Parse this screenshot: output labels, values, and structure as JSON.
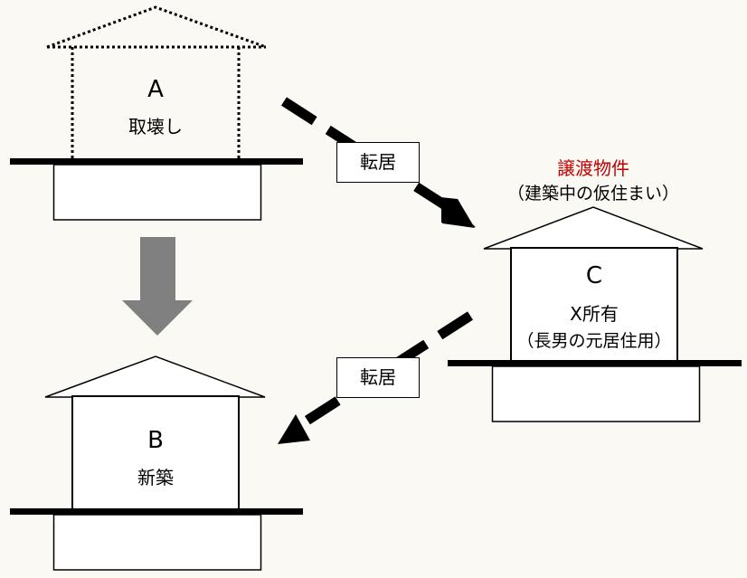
{
  "diagram": {
    "houses": {
      "a": {
        "letter": "A",
        "note": "取壊し",
        "style": "dotted"
      },
      "b": {
        "letter": "B",
        "note": "新築",
        "style": "solid"
      },
      "c": {
        "letter": "C",
        "owner": "X所有",
        "usage": "（長男の元居住用）",
        "caption_title": "譲渡物件",
        "caption_sub": "（建築中の仮住まい）",
        "style": "solid"
      }
    },
    "arrows": [
      {
        "from": "A",
        "to": "C",
        "label": "転居",
        "style": "dashed"
      },
      {
        "from": "C",
        "to": "B",
        "label": "転居",
        "style": "dashed"
      },
      {
        "from": "A",
        "to": "B",
        "label": "",
        "style": "solid-gray"
      }
    ],
    "colors": {
      "background": "#fbf9f4",
      "caption_title": "#c00000",
      "rebuild_arrow": "#808080"
    }
  }
}
